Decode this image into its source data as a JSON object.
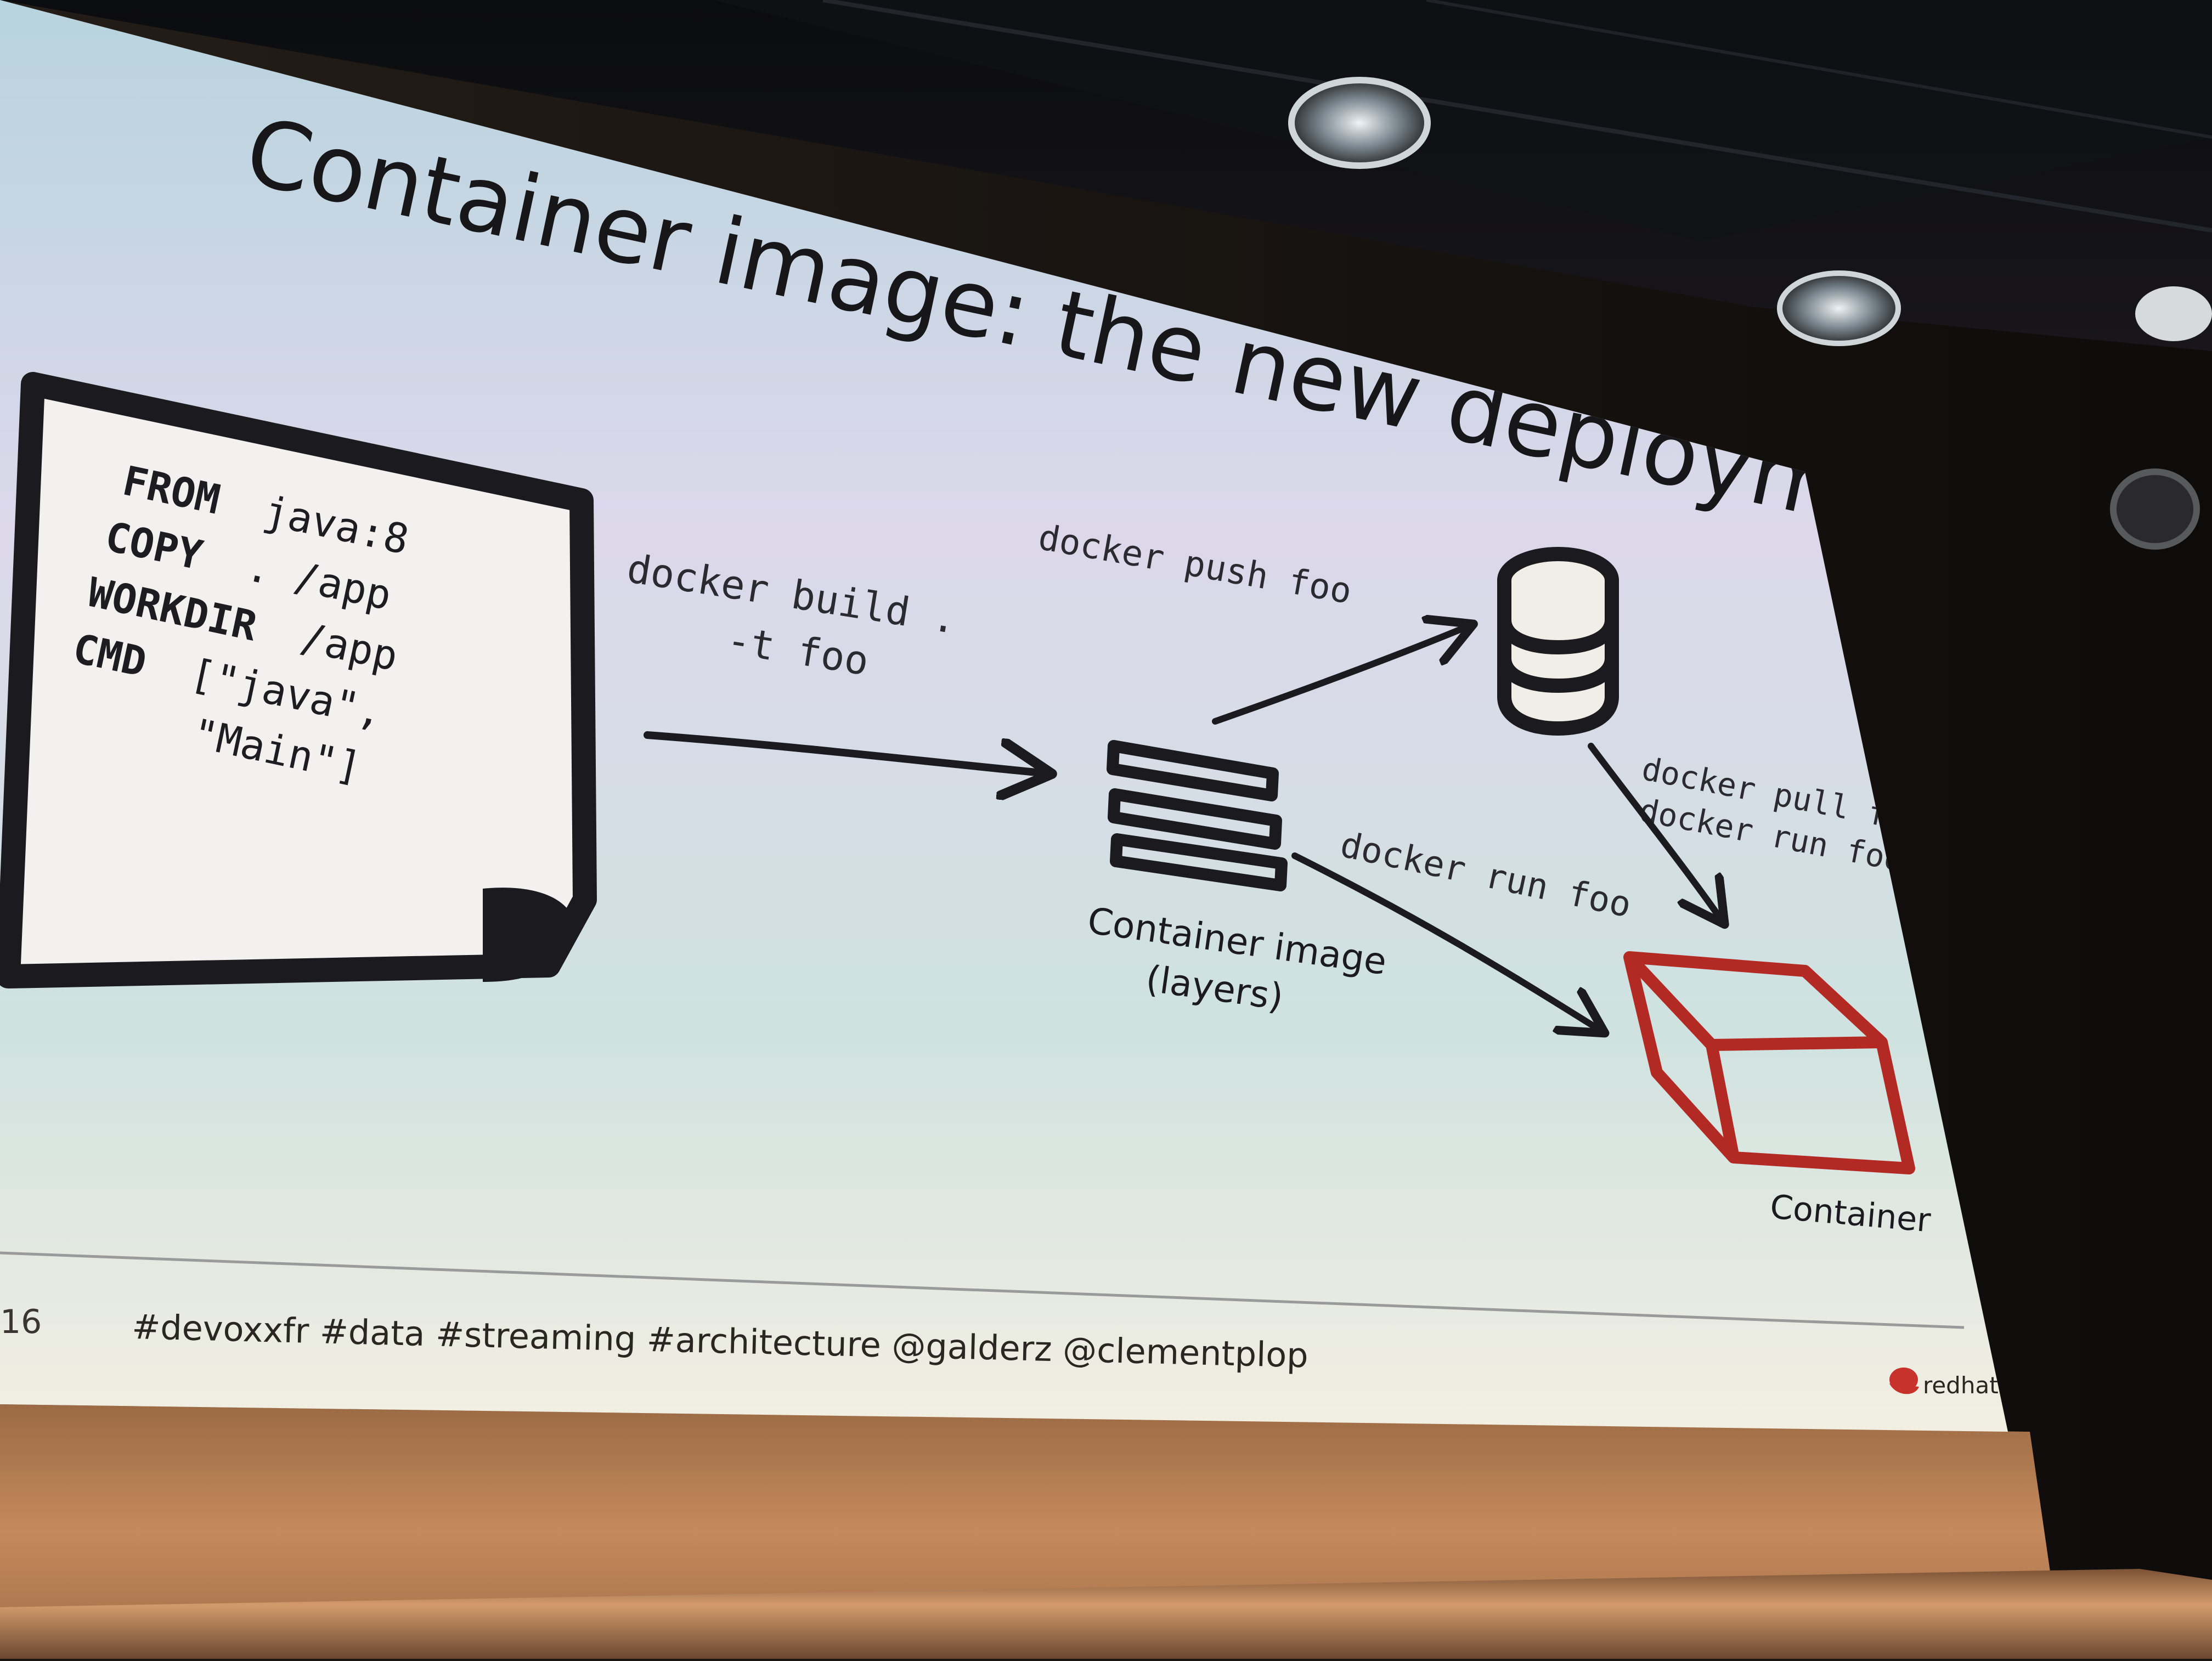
{
  "slide": {
    "title": "Container image: the new deployment unit",
    "dockerfile": {
      "lines": [
        {
          "keyword": "FROM",
          "args": "java:8"
        },
        {
          "keyword": "COPY",
          "args": ". /app"
        },
        {
          "keyword": "WORKDIR",
          "args": "/app"
        },
        {
          "keyword": "CMD",
          "args": "[\"java\","
        },
        {
          "keyword": "",
          "args": "\"Main\"]"
        }
      ]
    },
    "commands": {
      "build_line1": "docker build .",
      "build_line2": "-t foo",
      "push": "docker push foo",
      "pull_line1": "docker pull foo",
      "pull_line2": "docker run foo",
      "run": "docker run foo"
    },
    "labels": {
      "image_line1": "Container image",
      "image_line2": "(layers)",
      "container": "Container"
    },
    "footer": {
      "page_number": "16",
      "hashtags": "#devoxxfr #data #streaming  #architecture @galderz @clementplop",
      "logo_text": "redhat"
    }
  },
  "colors": {
    "ink": "#1b1b1f",
    "container_red": "#b32a24",
    "logo_red": "#c8322d",
    "slide_blue": "#b8d4de",
    "slide_cream": "#f1eee2",
    "footer_text": "#2a2622"
  },
  "icons": [
    "document-icon",
    "layers-icon",
    "database-icon",
    "container-box-icon",
    "redhat-logo-icon"
  ]
}
